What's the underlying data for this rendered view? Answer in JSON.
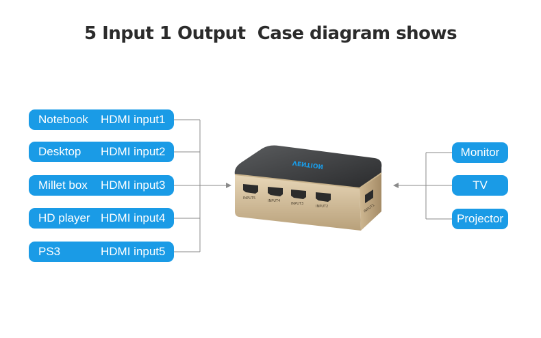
{
  "title": "5 Input 1 Output  Case diagram shows",
  "inputs": [
    {
      "device": "Notebook",
      "port": "HDMI input1"
    },
    {
      "device": "Desktop",
      "port": "HDMI input2"
    },
    {
      "device": "Millet box",
      "port": "HDMI input3"
    },
    {
      "device": "HD player",
      "port": "HDMI input4"
    },
    {
      "device": "PS3",
      "port": "HDMI input5"
    }
  ],
  "outputs": [
    "Monitor",
    "TV",
    "Projector"
  ],
  "device": {
    "brand": "VENTION",
    "front_ports": [
      "INPUT5",
      "INPUT4",
      "INPUT3",
      "INPUT2"
    ],
    "side_port": "INPUT1"
  },
  "colors": {
    "pill": "#1a9be6",
    "line": "#8a8a8a",
    "case_top": "#3d3f41",
    "case_body": "#d8c3a0"
  }
}
